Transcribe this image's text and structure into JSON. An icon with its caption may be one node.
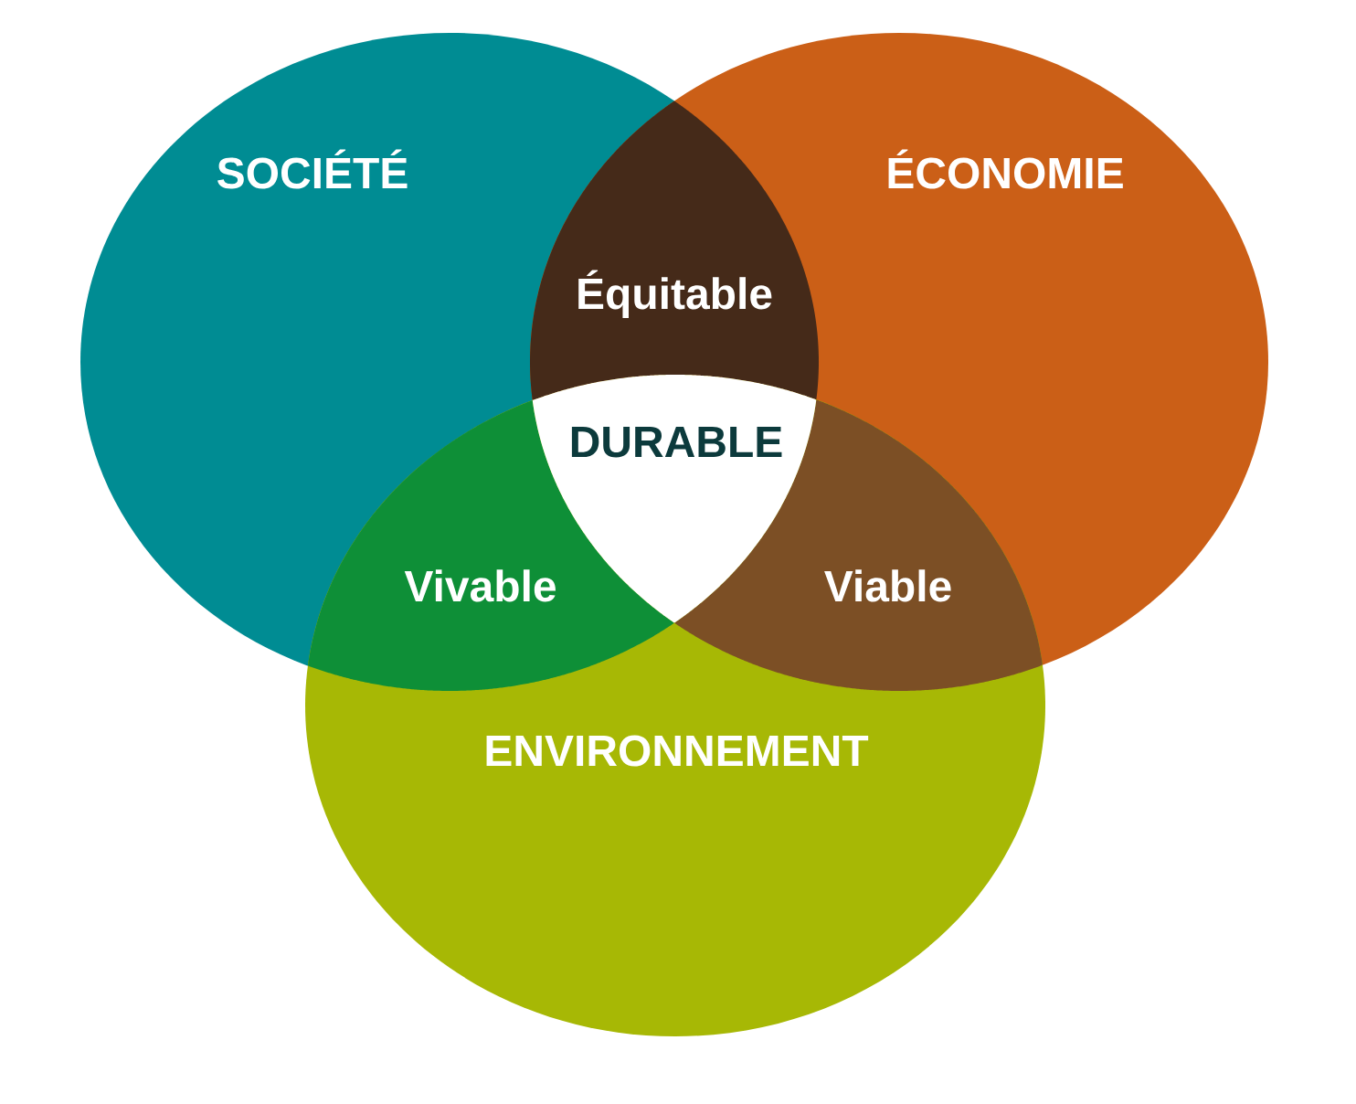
{
  "diagram": {
    "nodes": [
      {
        "text": [
          "SOCIÉTÉ"
        ]
      },
      {
        "text": [
          "ÉCONOMIE"
        ]
      },
      {
        "text": [
          "Équitable"
        ]
      },
      {
        "text": [
          "DURABLE"
        ]
      },
      {
        "text": [
          "Vivable"
        ]
      },
      {
        "text": [
          "Viable"
        ]
      },
      {
        "text": [
          "ENVIRONNEMENT"
        ]
      }
    ]
  }
}
